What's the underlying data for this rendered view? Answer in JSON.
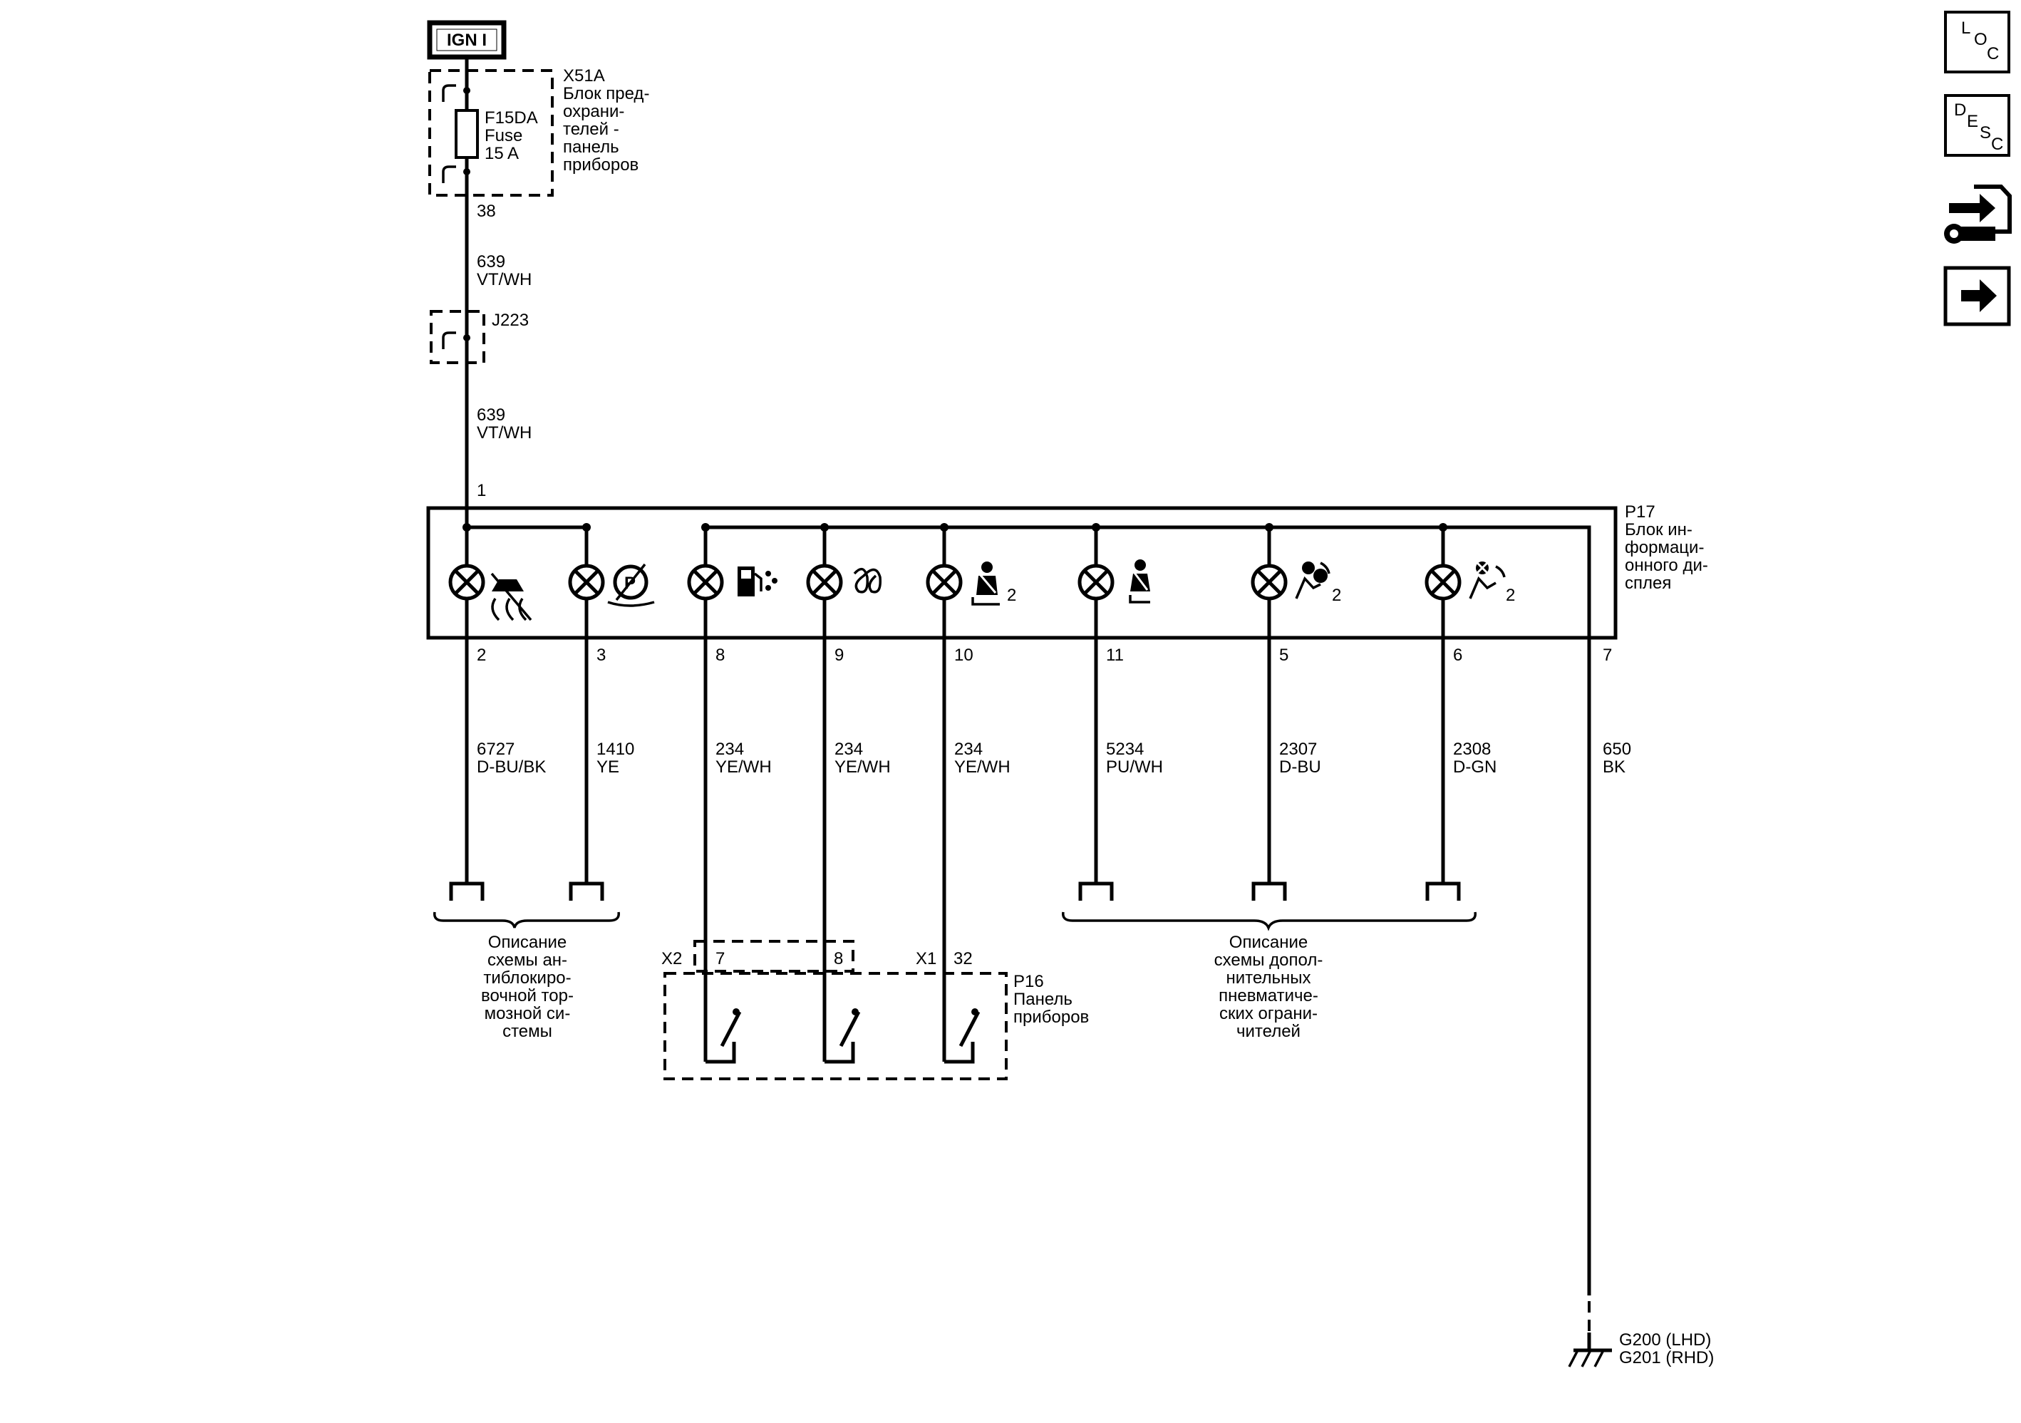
{
  "power": {
    "source": "IGN I"
  },
  "fuse_block": {
    "id": "X51A",
    "name_lines": [
      "Блок пред-",
      "охрани-",
      "телей -",
      "панель",
      "приборов"
    ],
    "fuse_lines": [
      "F15DA",
      "Fuse",
      "15 A"
    ],
    "out_pin": "38"
  },
  "wires_top": [
    {
      "circuit": "639",
      "color": "VT/WH"
    },
    {
      "circuit": "639",
      "color": "VT/WH"
    }
  ],
  "splice": {
    "id": "J223"
  },
  "cluster_display": {
    "id": "P17",
    "name_lines": [
      "Блок ин-",
      "формаци-",
      "онного ди-",
      "сплея"
    ],
    "in_pin": "1",
    "lamps": [
      {
        "pin": "2",
        "circuit": "6727",
        "color": "D-BU/BK",
        "icon": "traction-control-off-icon",
        "suffix": ""
      },
      {
        "pin": "3",
        "circuit": "1410",
        "color": "YE",
        "icon": "parking-brake-icon",
        "suffix": ""
      },
      {
        "pin": "8",
        "circuit": "234",
        "color": "YE/WH",
        "icon": "fuel-level-icon",
        "suffix": ""
      },
      {
        "pin": "9",
        "circuit": "234",
        "color": "YE/WH",
        "icon": "glow-plug-icon",
        "suffix": ""
      },
      {
        "pin": "10",
        "circuit": "234",
        "color": "YE/WH",
        "icon": "seatbelt-passenger-icon",
        "suffix": "2"
      },
      {
        "pin": "11",
        "circuit": "5234",
        "color": "PU/WH",
        "icon": "seatbelt-driver-icon",
        "suffix": ""
      },
      {
        "pin": "5",
        "circuit": "2307",
        "color": "D-BU",
        "icon": "airbag-on-icon",
        "suffix": "2"
      },
      {
        "pin": "6",
        "circuit": "2308",
        "color": "D-GN",
        "icon": "airbag-off-icon",
        "suffix": "2"
      }
    ],
    "ground_pin": "7",
    "ground_wire": {
      "circuit": "650",
      "color": "BK"
    }
  },
  "abs_ref": {
    "lines": [
      "Описание",
      "схемы ан-",
      "тиблокиро-",
      "вочной тор-",
      "мозной си-",
      "стемы"
    ]
  },
  "airbag_ref": {
    "lines": [
      "Описание",
      "схемы допол-",
      "нительных",
      "пневматиче-",
      "ских ограни-",
      "чителей"
    ]
  },
  "instrument_panel": {
    "id": "P16",
    "name_lines": [
      "Панель",
      "приборов"
    ],
    "connector_x2": "X2",
    "connector_x1": "X1",
    "pins": [
      "7",
      "8",
      "32"
    ]
  },
  "ground": {
    "lines": [
      "G200 (LHD)",
      "G201 (RHD)"
    ]
  },
  "nav": {
    "loc": [
      "L",
      "O",
      "C"
    ],
    "desc": [
      "D",
      "E",
      "S",
      "C"
    ]
  }
}
